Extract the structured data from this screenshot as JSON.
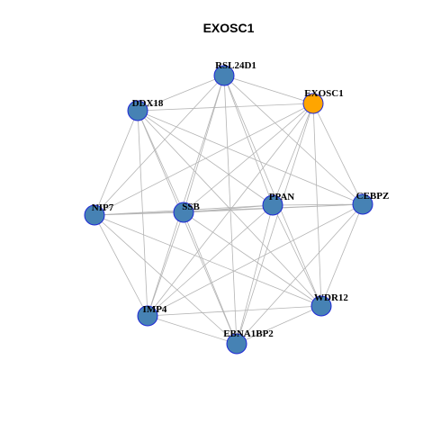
{
  "title": "EXOSC1",
  "colors": {
    "node_default": "#4682B4",
    "node_highlight": "#FFA500",
    "node_border": "#1F28D6",
    "edge": "#B4B4B4"
  },
  "nodes": [
    {
      "id": "RSL24D1",
      "label": "RSL24D1",
      "highlight": false
    },
    {
      "id": "EXOSC1",
      "label": "EXOSC1",
      "highlight": true
    },
    {
      "id": "DDX18",
      "label": "DDX18",
      "highlight": false
    },
    {
      "id": "CEBPZ",
      "label": "CEBPZ",
      "highlight": false
    },
    {
      "id": "PPAN",
      "label": "PPAN",
      "highlight": false
    },
    {
      "id": "SSB",
      "label": "SSB",
      "highlight": false
    },
    {
      "id": "NIP7",
      "label": "NIP7",
      "highlight": false
    },
    {
      "id": "WDR12",
      "label": "WDR12",
      "highlight": false
    },
    {
      "id": "IMP4",
      "label": "IMP4",
      "highlight": false
    },
    {
      "id": "EBNA1BP2",
      "label": "EBNA1BP2",
      "highlight": false
    }
  ],
  "edges": [
    [
      "RSL24D1",
      "EXOSC1"
    ],
    [
      "RSL24D1",
      "DDX18"
    ],
    [
      "RSL24D1",
      "CEBPZ"
    ],
    [
      "RSL24D1",
      "PPAN"
    ],
    [
      "RSL24D1",
      "SSB"
    ],
    [
      "RSL24D1",
      "NIP7"
    ],
    [
      "RSL24D1",
      "WDR12"
    ],
    [
      "RSL24D1",
      "IMP4"
    ],
    [
      "RSL24D1",
      "EBNA1BP2"
    ],
    [
      "EXOSC1",
      "DDX18"
    ],
    [
      "EXOSC1",
      "CEBPZ"
    ],
    [
      "EXOSC1",
      "PPAN"
    ],
    [
      "EXOSC1",
      "SSB"
    ],
    [
      "EXOSC1",
      "NIP7"
    ],
    [
      "EXOSC1",
      "WDR12"
    ],
    [
      "EXOSC1",
      "IMP4"
    ],
    [
      "EXOSC1",
      "EBNA1BP2"
    ],
    [
      "DDX18",
      "CEBPZ"
    ],
    [
      "DDX18",
      "PPAN"
    ],
    [
      "DDX18",
      "SSB"
    ],
    [
      "DDX18",
      "NIP7"
    ],
    [
      "DDX18",
      "WDR12"
    ],
    [
      "DDX18",
      "IMP4"
    ],
    [
      "DDX18",
      "EBNA1BP2"
    ],
    [
      "CEBPZ",
      "PPAN"
    ],
    [
      "CEBPZ",
      "SSB"
    ],
    [
      "CEBPZ",
      "NIP7"
    ],
    [
      "CEBPZ",
      "WDR12"
    ],
    [
      "CEBPZ",
      "IMP4"
    ],
    [
      "CEBPZ",
      "EBNA1BP2"
    ],
    [
      "PPAN",
      "SSB"
    ],
    [
      "PPAN",
      "NIP7"
    ],
    [
      "PPAN",
      "WDR12"
    ],
    [
      "PPAN",
      "IMP4"
    ],
    [
      "PPAN",
      "EBNA1BP2"
    ],
    [
      "SSB",
      "NIP7"
    ],
    [
      "SSB",
      "WDR12"
    ],
    [
      "SSB",
      "IMP4"
    ],
    [
      "SSB",
      "EBNA1BP2"
    ],
    [
      "NIP7",
      "WDR12"
    ],
    [
      "NIP7",
      "IMP4"
    ],
    [
      "NIP7",
      "EBNA1BP2"
    ],
    [
      "WDR12",
      "IMP4"
    ],
    [
      "WDR12",
      "EBNA1BP2"
    ],
    [
      "IMP4",
      "EBNA1BP2"
    ]
  ]
}
